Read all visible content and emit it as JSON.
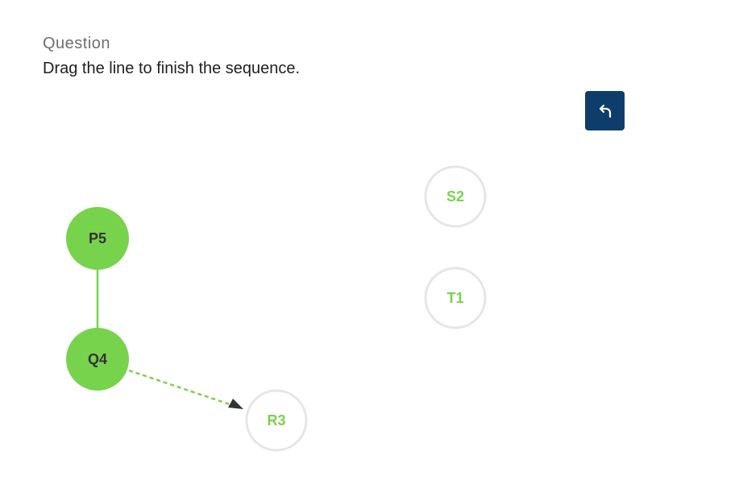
{
  "question": {
    "label": "Question",
    "prompt": "Drag the line to finish the sequence."
  },
  "toolbar": {
    "undo_icon": "undo-arrow-icon"
  },
  "colors": {
    "active_fill": "#78d34c",
    "active_text": "#333333",
    "inactive_text": "#78d34c",
    "inactive_border": "#e6e6e6",
    "undo_bg": "#0f3d6b",
    "line": "#78d34c",
    "arrow": "#333333"
  },
  "nodes": [
    {
      "id": "P5",
      "label": "P5",
      "state": "connected"
    },
    {
      "id": "Q4",
      "label": "Q4",
      "state": "connected"
    },
    {
      "id": "R3",
      "label": "R3",
      "state": "target"
    },
    {
      "id": "S2",
      "label": "S2",
      "state": "unconnected"
    },
    {
      "id": "T1",
      "label": "T1",
      "state": "unconnected"
    }
  ],
  "connections": [
    {
      "from": "P5",
      "to": "Q4",
      "style": "solid"
    },
    {
      "from": "Q4",
      "to": "R3",
      "style": "dashed-drag"
    }
  ]
}
